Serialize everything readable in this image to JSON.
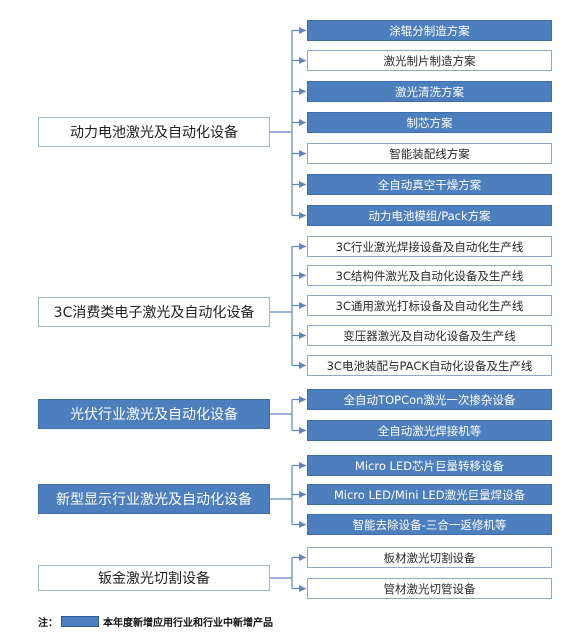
{
  "categories": [
    {
      "label": "动力电池激光及自动化设备",
      "is_new": false,
      "items": [
        {
          "label": "涂辊分制造方案",
          "is_new": true
        },
        {
          "label": "激光制片制造方案",
          "is_new": false
        },
        {
          "label": "激光清洗方案",
          "is_new": true
        },
        {
          "label": "制芯方案",
          "is_new": true
        },
        {
          "label": "智能装配线方案",
          "is_new": false
        },
        {
          "label": "全自动真空干燥方案",
          "is_new": true
        },
        {
          "label": "动力电池模组/Pack方案",
          "is_new": true
        }
      ]
    },
    {
      "label": "3C消费类电子激光及自动化设备",
      "is_new": false,
      "items": [
        {
          "label": "3C行业激光焊接设备及自动化生产线",
          "is_new": false
        },
        {
          "label": "3C结构件激光及自动化设备及生产线",
          "is_new": false
        },
        {
          "label": "3C通用激光打标设备及自动化生产线",
          "is_new": false
        },
        {
          "label": "变压器激光及自动化设备及生产线",
          "is_new": false
        },
        {
          "label": "3C电池装配与PACK自动化设备及生产线",
          "is_new": false
        }
      ]
    },
    {
      "label": "光伏行业激光及自动化设备",
      "is_new": true,
      "items": [
        {
          "label": "全自动TOPCon激光一次掺杂设备",
          "is_new": true
        },
        {
          "label": "全自动激光焊接机等",
          "is_new": true
        }
      ]
    },
    {
      "label": "新型显示行业激光及自动化设备",
      "is_new": true,
      "items": [
        {
          "label": "Micro LED芯片巨量转移设备",
          "is_new": true
        },
        {
          "label": "Micro LED/Mini LED激光巨量焊设备",
          "is_new": true
        },
        {
          "label": "智能去除设备-三合一返修机等",
          "is_new": true
        }
      ]
    },
    {
      "label": "钣金激光切割设备",
      "is_new": false,
      "items": [
        {
          "label": "板材激光切割设备",
          "is_new": false
        },
        {
          "label": "管材激光切管设备",
          "is_new": false
        }
      ]
    }
  ],
  "legend": {
    "prefix": "注：",
    "text": "本年度新增应用行业和行业中新增产品",
    "color": "#4d7fbf"
  }
}
